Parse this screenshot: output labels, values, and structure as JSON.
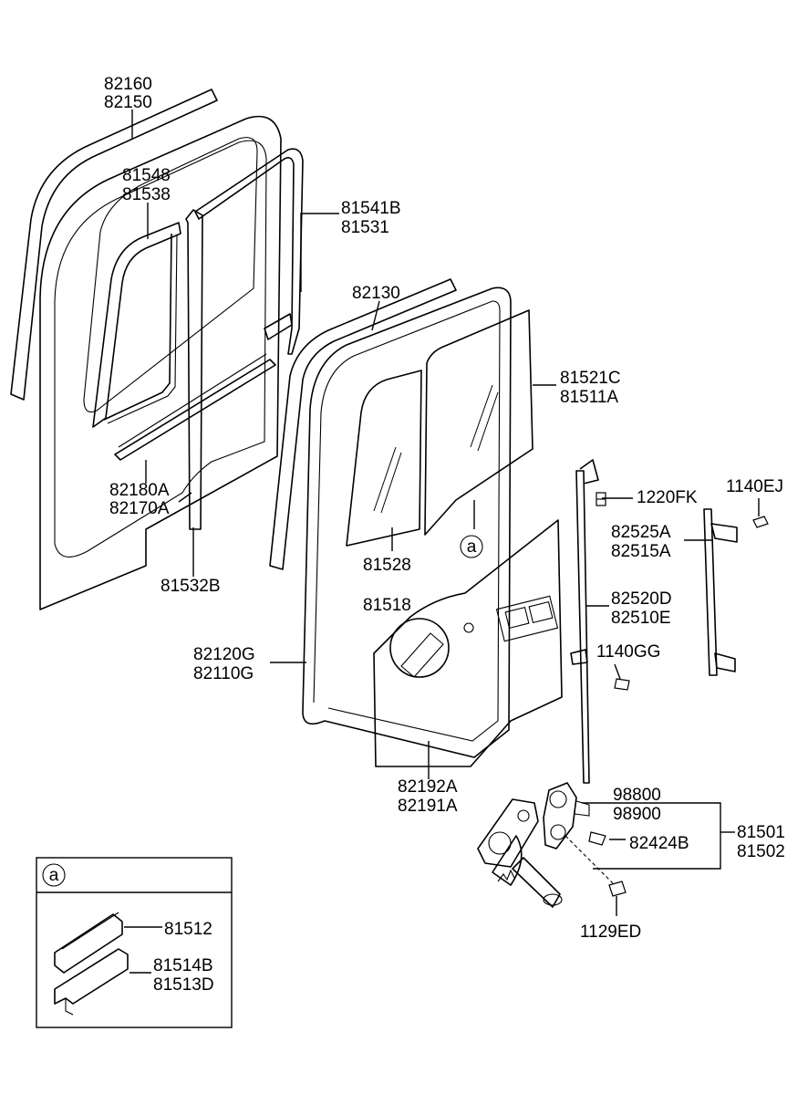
{
  "callouts": {
    "p82160": "82160",
    "p82150": "82150",
    "p81548": "81548",
    "p81538": "81538",
    "p81541B": "81541B",
    "p81531": "81531",
    "p82130": "82130",
    "p81521C": "81521C",
    "p81511A": "81511A",
    "p82180A": "82180A",
    "p82170A": "82170A",
    "p1220FK": "1220FK",
    "p1140EJ": "1140EJ",
    "p82525A": "82525A",
    "p82515A": "82515A",
    "p81528": "81528",
    "p81518": "81518",
    "p81532B": "81532B",
    "p82520D": "82520D",
    "p82510E": "82510E",
    "p82120G": "82120G",
    "p82110G": "82110G",
    "p1140GG": "1140GG",
    "p82192A": "82192A",
    "p82191A": "82191A",
    "p98800": "98800",
    "p98900": "98900",
    "p81501": "81501",
    "p81502": "81502",
    "p82424B": "82424B",
    "p1129ED": "1129ED",
    "p81512": "81512",
    "p81514B": "81514B",
    "p81513D": "81513D"
  },
  "reference_marker": "a",
  "inset": {
    "marker": "a"
  }
}
